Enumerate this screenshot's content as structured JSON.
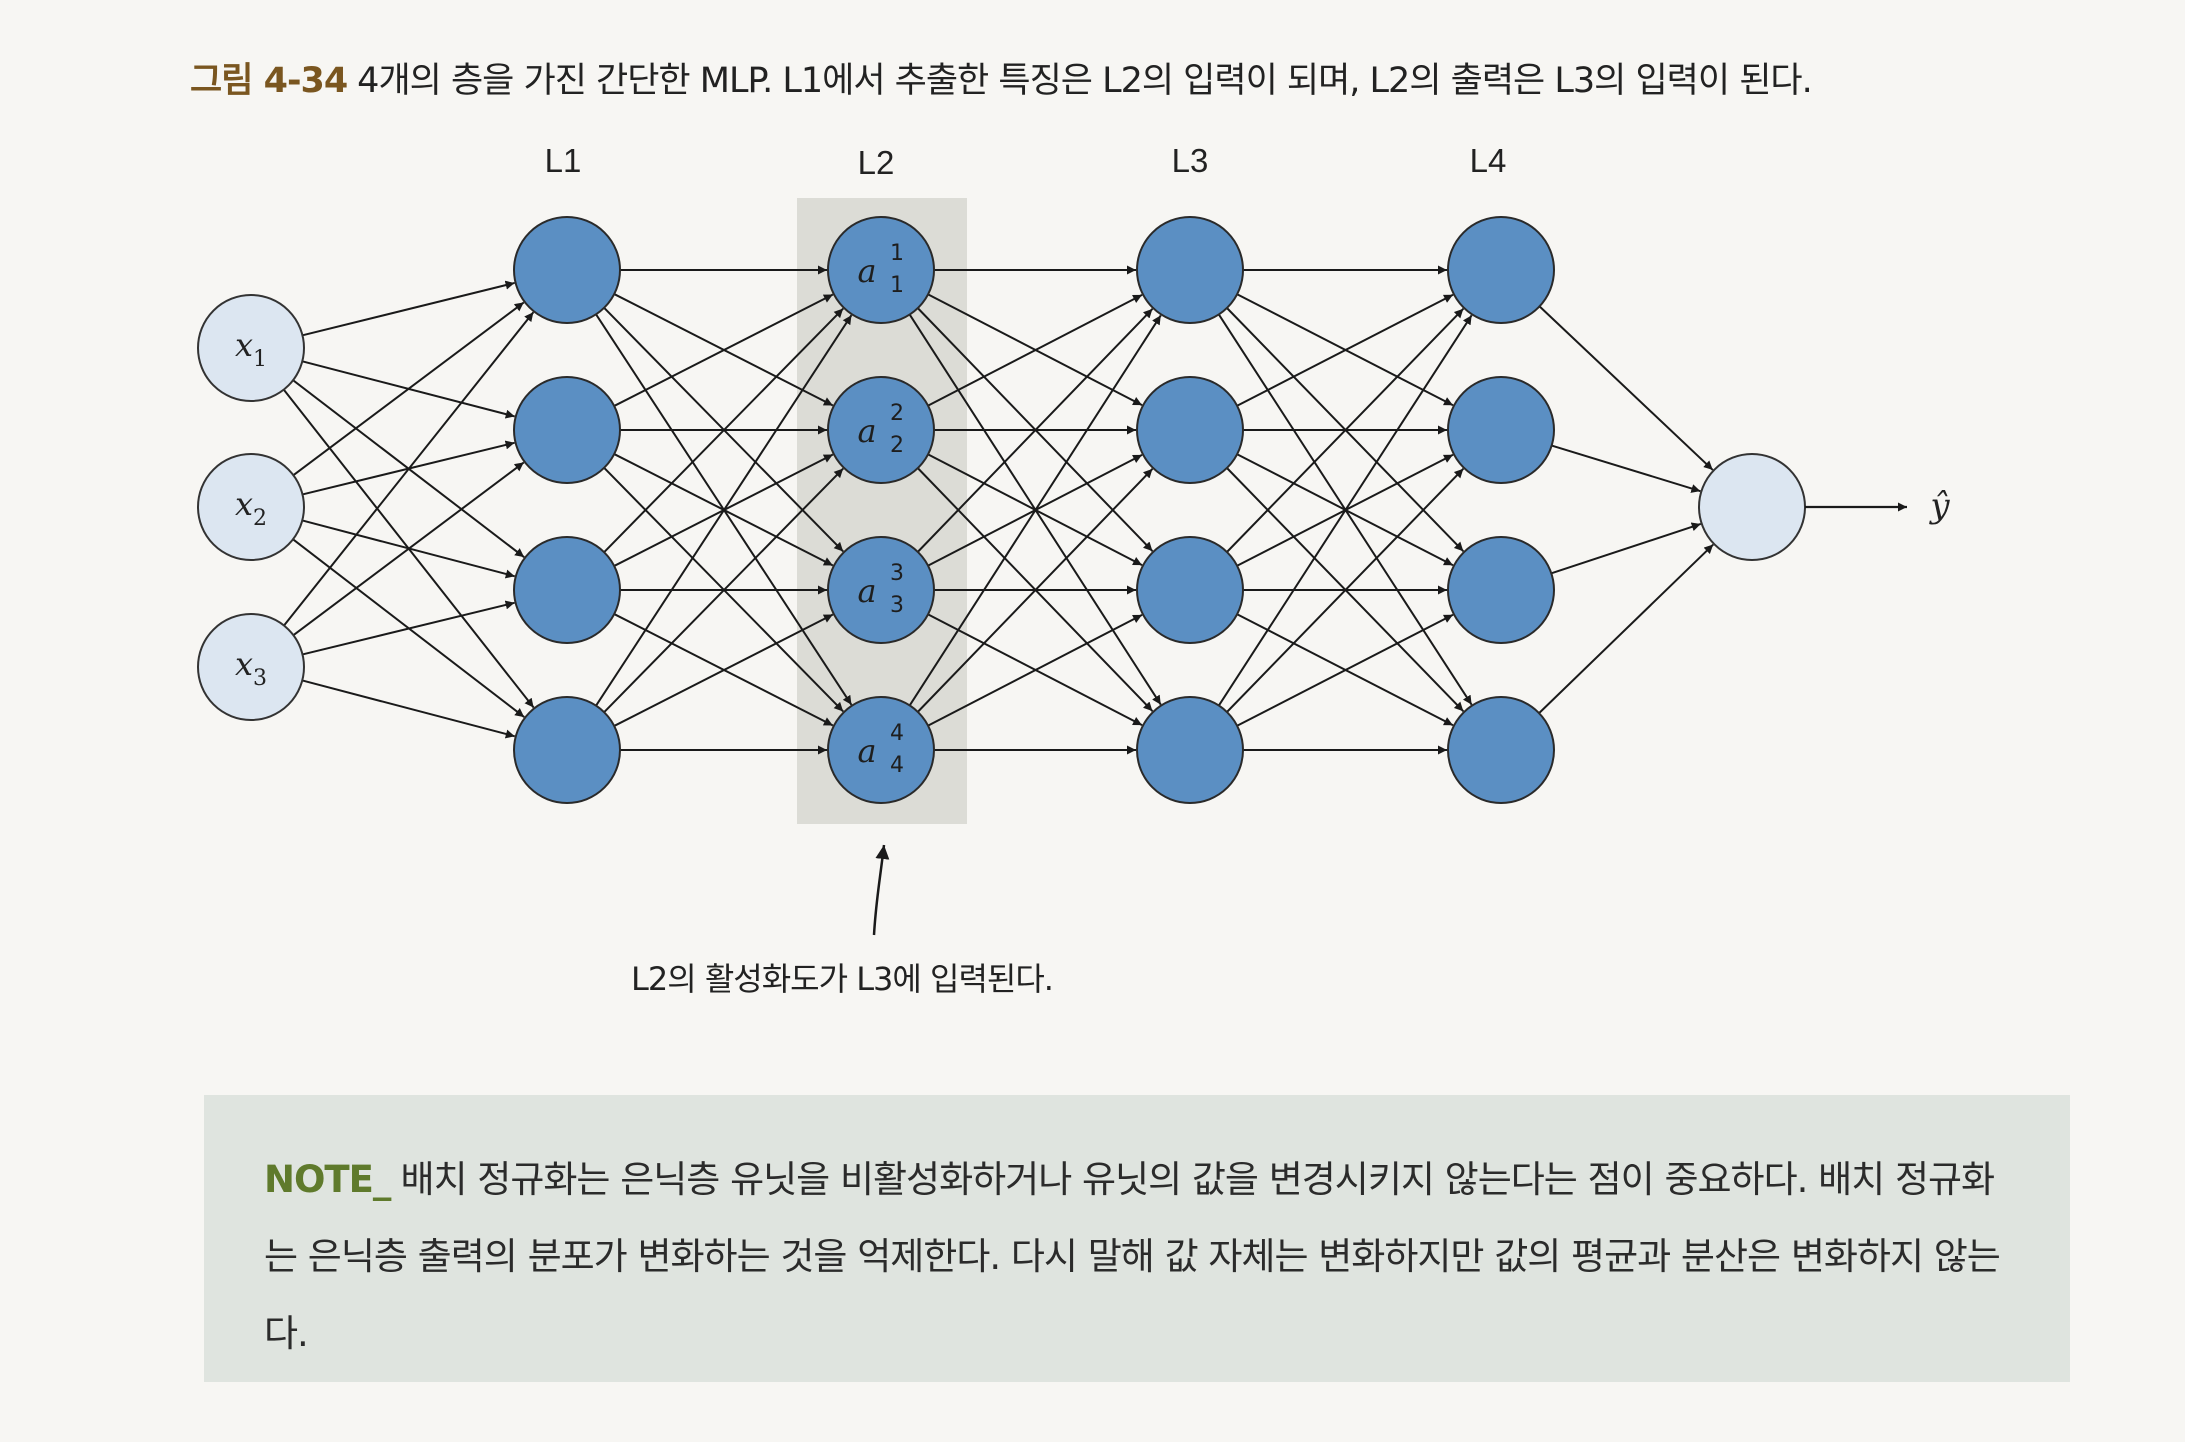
{
  "caption": {
    "number": "그림 4-34",
    "text": "4개의 층을 가진 간단한 MLP. L1에서 추출한 특징은 L2의 입력이 되며, L2의 출력은 L3의 입력이 된다."
  },
  "layers": [
    {
      "label": "L1"
    },
    {
      "label": "L2"
    },
    {
      "label": "L3"
    },
    {
      "label": "L4"
    }
  ],
  "inputs": [
    {
      "base": "x",
      "sub": "1"
    },
    {
      "base": "x",
      "sub": "2"
    },
    {
      "base": "x",
      "sub": "3"
    }
  ],
  "l2_nodes": [
    {
      "base": "a",
      "sup": "1",
      "sub": "1"
    },
    {
      "base": "a",
      "sup": "2",
      "sub": "2"
    },
    {
      "base": "a",
      "sup": "3",
      "sub": "3"
    },
    {
      "base": "a",
      "sup": "4",
      "sub": "4"
    }
  ],
  "output_label": "ŷ",
  "annotation": "L2의 활성화도가 L3에 입력된다.",
  "note": {
    "lead": "NOTE_",
    "text": "배치 정규화는 은닉층 유닛을 비활성화하거나 유닛의 값을 변경시키지 않는다는 점이 중요하다. 배치 정규화는 은닉층 출력의 분포가 변화하는 것을 억제한다. 다시 말해 값 자체는 변화하지만 값의 평균과 분산은 변화하지 않는다."
  },
  "colors": {
    "hidden_node": "#5b8fc3",
    "io_node": "#dce6f1",
    "highlight": "#dcdcd6",
    "caption_number": "#7a5620",
    "note_lead": "#5f7a2c"
  }
}
